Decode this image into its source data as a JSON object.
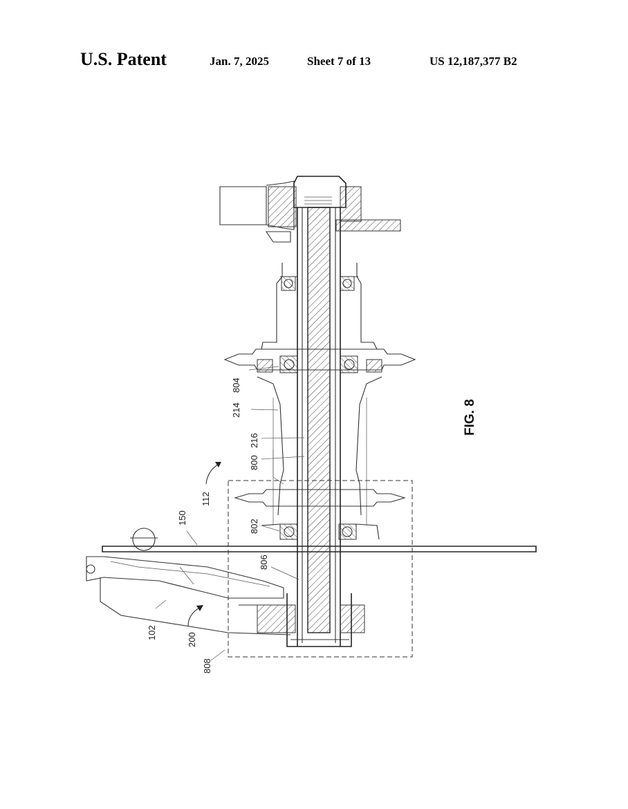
{
  "header": {
    "brand": "U.S. Patent",
    "date": "Jan. 7, 2025",
    "sheet": "Sheet 7 of 13",
    "patent_number": "US 12,187,377 B2"
  },
  "figure": {
    "label": "FIG. 8",
    "references": {
      "r804": "804",
      "r214": "214",
      "r216": "216",
      "r800": "800",
      "r112": "112",
      "r150": "150",
      "r802": "802",
      "r806": "806",
      "r102": "102",
      "r200": "200",
      "r808": "808"
    }
  }
}
